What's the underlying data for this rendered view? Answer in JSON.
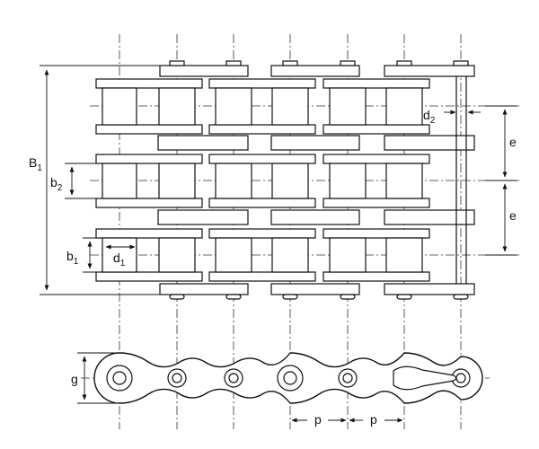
{
  "labels": {
    "B": "B",
    "B_sub": "1",
    "b2": "b",
    "b2_sub": "2",
    "b1": "b",
    "b1_sub": "1",
    "d1": "d",
    "d1_sub": "1",
    "d2": "d",
    "d2_sub": "2",
    "e_top": "e",
    "e_bottom": "e",
    "g": "g",
    "p_left": "p",
    "p_right": "p"
  },
  "chain": {
    "link_count": 7,
    "strand_count": 3
  }
}
